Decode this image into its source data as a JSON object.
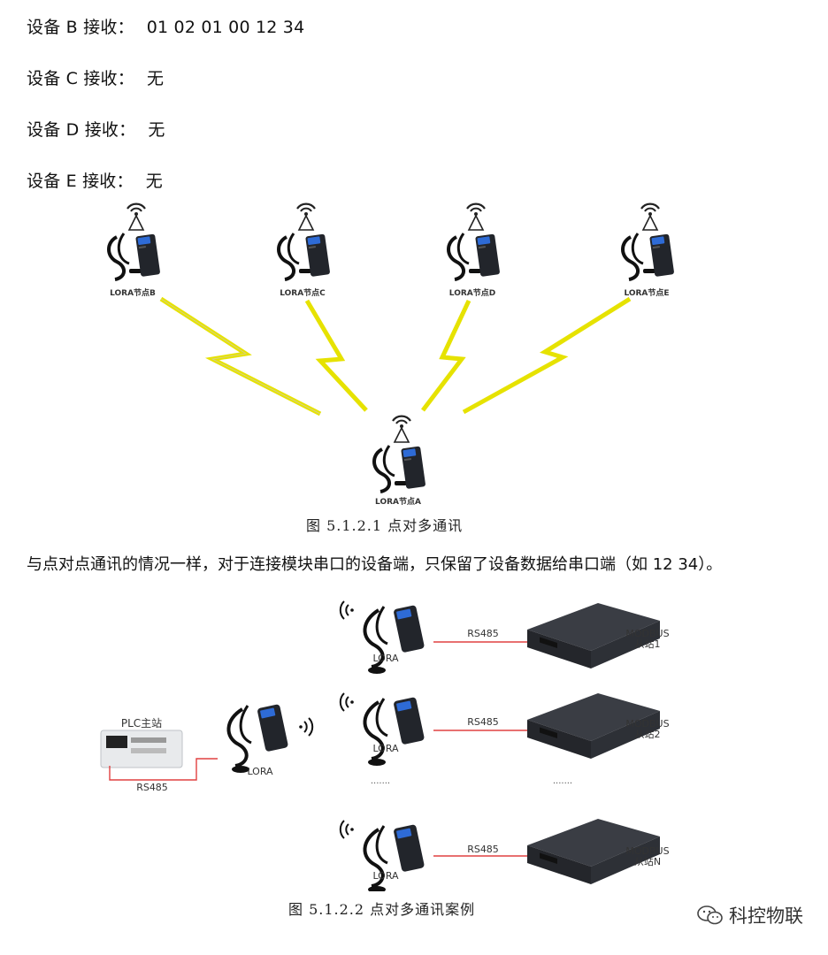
{
  "receive_lines": [
    {
      "label": "设备 B 接收：",
      "value": "01 02 01 00 12 34"
    },
    {
      "label": "设备 C 接收：",
      "value": "无"
    },
    {
      "label": "设备 D 接收：",
      "value": "无"
    },
    {
      "label": "设备 E 接收：",
      "value": "无"
    }
  ],
  "figure1": {
    "nodes": [
      "LORA节点B",
      "LORA节点C",
      "LORA节点D",
      "LORA节点E"
    ],
    "center_node": "LORA节点A",
    "caption": "图 5.1.2.1 点对多通讯"
  },
  "paragraph": "与点对点通讯的情况一样，对于连接模块串口的设备端，只保留了设备数据给串口端（如 12 34）。",
  "figure2": {
    "master_label": "PLC主站",
    "master_link_label": "RS485",
    "master_lora_label": "LORA",
    "rows": [
      {
        "lora": "LORA",
        "link": "RS485",
        "slave_line1": "MODBUS",
        "slave_line2": "从站1"
      },
      {
        "lora": "LORA",
        "link": "RS485",
        "slave_line1": "MODBUS",
        "slave_line2": "从站2"
      },
      {
        "lora": "LORA",
        "link": "RS485",
        "slave_line1": "MODBUS",
        "slave_line2": "从站N"
      }
    ],
    "ellipsis": ".......",
    "caption": "图 5.1.2.2 点对多通讯案例"
  },
  "watermark": "科控物联",
  "colors": {
    "lightning": "#f2f200",
    "link": "#e04040",
    "device": "#2a2d33",
    "accent": "#2e6bd6"
  }
}
